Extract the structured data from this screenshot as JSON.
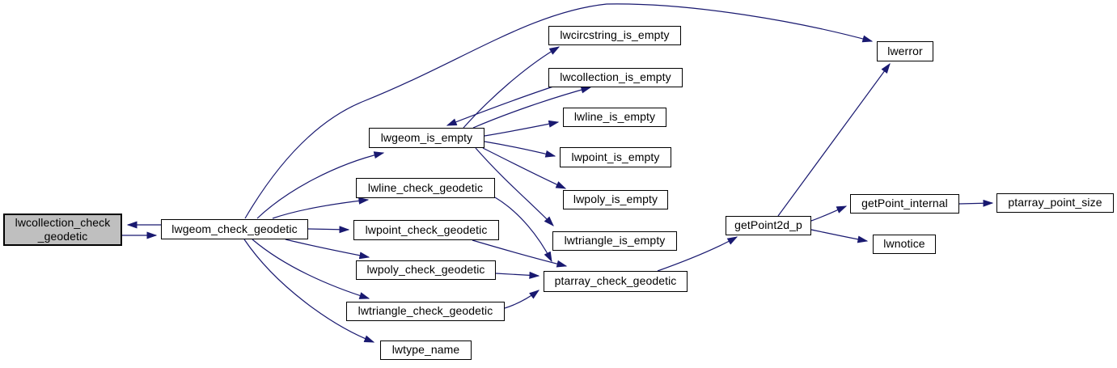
{
  "diagram": {
    "type": "doxygen-call-graph",
    "colors": {
      "edge": "#191970",
      "node_fill": "#ffffff",
      "node_border": "#000000",
      "root_node_fill": "#bfbfbf",
      "background": "#ffffff"
    },
    "nodes": [
      {
        "id": "lwcollection_check_geodetic",
        "label": "lwcollection_check\n_geodetic",
        "root": true
      },
      {
        "id": "lwgeom_check_geodetic",
        "label": "lwgeom_check_geodetic"
      },
      {
        "id": "lwgeom_is_empty",
        "label": "lwgeom_is_empty"
      },
      {
        "id": "lwcircstring_is_empty",
        "label": "lwcircstring_is_empty"
      },
      {
        "id": "lwcollection_is_empty",
        "label": "lwcollection_is_empty"
      },
      {
        "id": "lwline_is_empty",
        "label": "lwline_is_empty"
      },
      {
        "id": "lwpoint_is_empty",
        "label": "lwpoint_is_empty"
      },
      {
        "id": "lwpoly_is_empty",
        "label": "lwpoly_is_empty"
      },
      {
        "id": "lwtriangle_is_empty",
        "label": "lwtriangle_is_empty"
      },
      {
        "id": "lwline_check_geodetic",
        "label": "lwline_check_geodetic"
      },
      {
        "id": "lwpoint_check_geodetic",
        "label": "lwpoint_check_geodetic"
      },
      {
        "id": "lwpoly_check_geodetic",
        "label": "lwpoly_check_geodetic"
      },
      {
        "id": "lwtriangle_check_geodetic",
        "label": "lwtriangle_check_geodetic"
      },
      {
        "id": "lwtype_name",
        "label": "lwtype_name"
      },
      {
        "id": "ptarray_check_geodetic",
        "label": "ptarray_check_geodetic"
      },
      {
        "id": "getPoint2d_p",
        "label": "getPoint2d_p"
      },
      {
        "id": "lwerror",
        "label": "lwerror"
      },
      {
        "id": "getPoint_internal",
        "label": "getPoint_internal"
      },
      {
        "id": "ptarray_point_size",
        "label": "ptarray_point_size"
      },
      {
        "id": "lwnotice",
        "label": "lwnotice"
      }
    ],
    "edges": [
      {
        "from": "lwgeom_check_geodetic",
        "to": "lwcollection_check_geodetic"
      },
      {
        "from": "lwcollection_check_geodetic",
        "to": "lwgeom_check_geodetic"
      },
      {
        "from": "lwgeom_check_geodetic",
        "to": "lwgeom_is_empty"
      },
      {
        "from": "lwgeom_check_geodetic",
        "to": "lwerror"
      },
      {
        "from": "lwgeom_check_geodetic",
        "to": "lwline_check_geodetic"
      },
      {
        "from": "lwgeom_check_geodetic",
        "to": "lwpoint_check_geodetic"
      },
      {
        "from": "lwgeom_check_geodetic",
        "to": "lwpoly_check_geodetic"
      },
      {
        "from": "lwgeom_check_geodetic",
        "to": "lwtriangle_check_geodetic"
      },
      {
        "from": "lwgeom_check_geodetic",
        "to": "lwtype_name"
      },
      {
        "from": "lwgeom_is_empty",
        "to": "lwcircstring_is_empty"
      },
      {
        "from": "lwgeom_is_empty",
        "to": "lwcollection_is_empty"
      },
      {
        "from": "lwcollection_is_empty",
        "to": "lwgeom_is_empty"
      },
      {
        "from": "lwgeom_is_empty",
        "to": "lwline_is_empty"
      },
      {
        "from": "lwgeom_is_empty",
        "to": "lwpoint_is_empty"
      },
      {
        "from": "lwgeom_is_empty",
        "to": "lwpoly_is_empty"
      },
      {
        "from": "lwgeom_is_empty",
        "to": "lwtriangle_is_empty"
      },
      {
        "from": "lwline_check_geodetic",
        "to": "ptarray_check_geodetic"
      },
      {
        "from": "lwpoint_check_geodetic",
        "to": "ptarray_check_geodetic"
      },
      {
        "from": "lwpoly_check_geodetic",
        "to": "ptarray_check_geodetic"
      },
      {
        "from": "lwtriangle_check_geodetic",
        "to": "ptarray_check_geodetic"
      },
      {
        "from": "ptarray_check_geodetic",
        "to": "getPoint2d_p"
      },
      {
        "from": "getPoint2d_p",
        "to": "lwerror"
      },
      {
        "from": "getPoint2d_p",
        "to": "getPoint_internal"
      },
      {
        "from": "getPoint2d_p",
        "to": "lwnotice"
      },
      {
        "from": "getPoint_internal",
        "to": "ptarray_point_size"
      }
    ]
  }
}
